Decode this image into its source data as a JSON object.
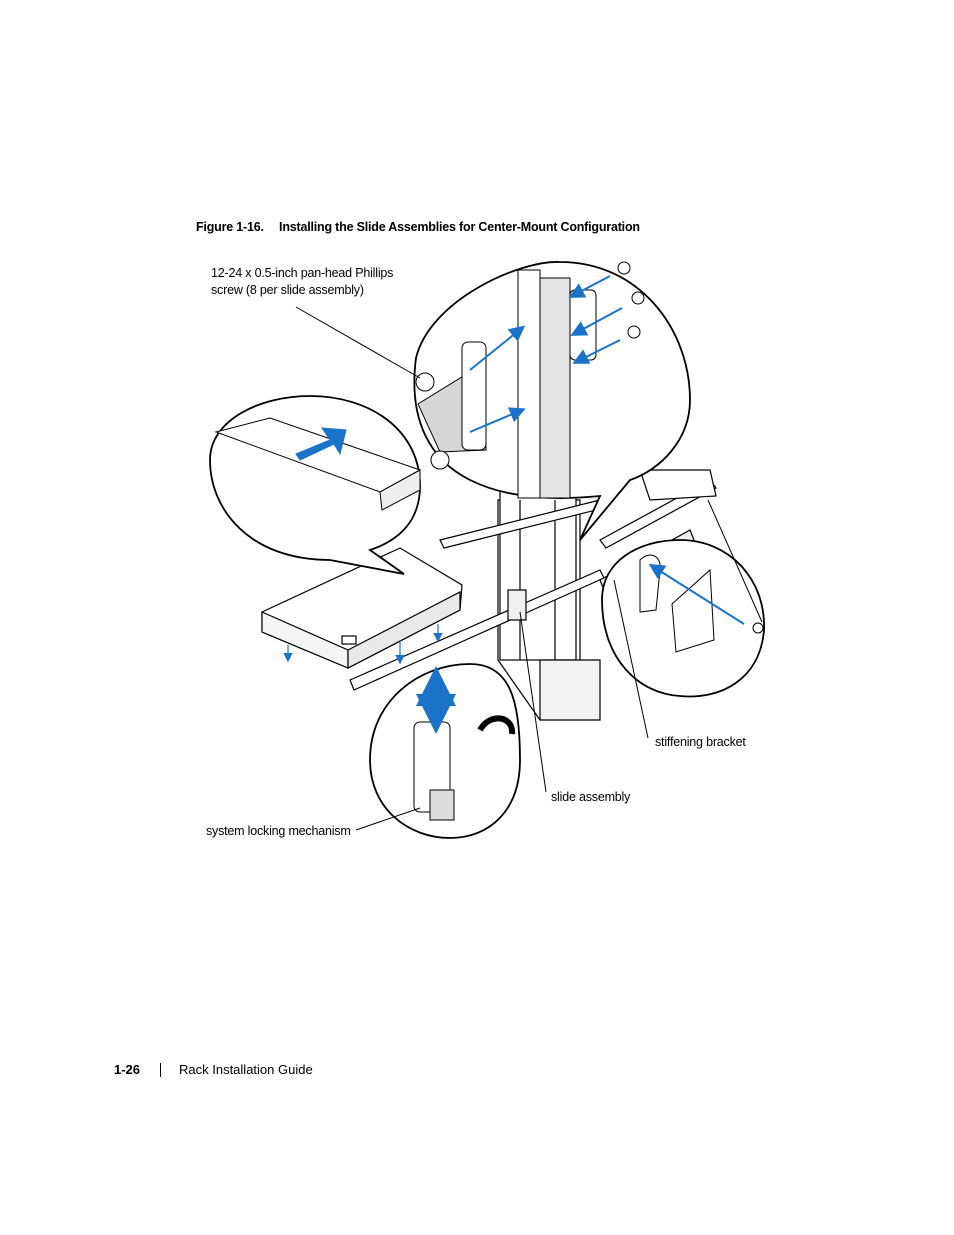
{
  "figure": {
    "number": "Figure 1-16.",
    "title": "Installing the Slide Assemblies for Center-Mount Configuration"
  },
  "callouts": {
    "screw_line1": "12-24 x 0.5-inch pan-head Phillips",
    "screw_line2": "screw (8 per slide assembly)",
    "stiffening_bracket": "stiffening bracket",
    "slide_assembly": "slide assembly",
    "system_locking": "system locking mechanism"
  },
  "footer": {
    "page_number": "1-26",
    "guide_title": "Rack Installation Guide"
  },
  "colors": {
    "arrow_blue": "#1a73c8",
    "line": "#000000"
  }
}
